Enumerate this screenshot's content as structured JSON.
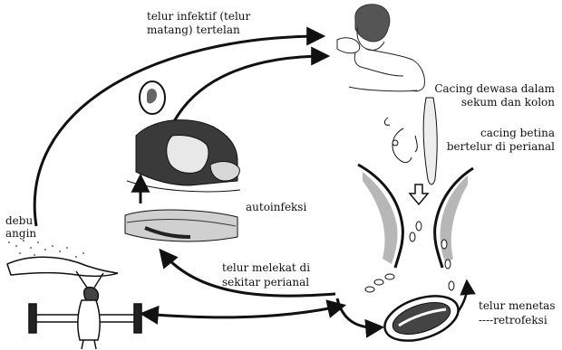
{
  "labels": {
    "ingested_line1": "telur infektif (telur",
    "ingested_line2": "matang) tertelan",
    "adult_line1": "Cacing dewasa dalam",
    "adult_line2": "sekum dan kolon",
    "female_line1": "cacing betina",
    "female_line2": "bertelur di perianal",
    "autoinfection": "autoinfeksi",
    "dust_line1": "debu",
    "dust_line2": "angin",
    "perianal_line1": "telur melekat di",
    "perianal_line2": "sekitar perianal",
    "hatch_line1": "telur menetas",
    "hatch_line2": "----retrofeksi"
  },
  "icons": {
    "human": "child-figure-icon",
    "egg": "egg-icon",
    "sleeper": "sleeping-child-icon",
    "worm": "worm-icon",
    "anus": "perianal-region-icon",
    "bed": "bed-with-child-icon"
  },
  "colors": {
    "ink": "#111111",
    "paper": "#ffffff"
  }
}
